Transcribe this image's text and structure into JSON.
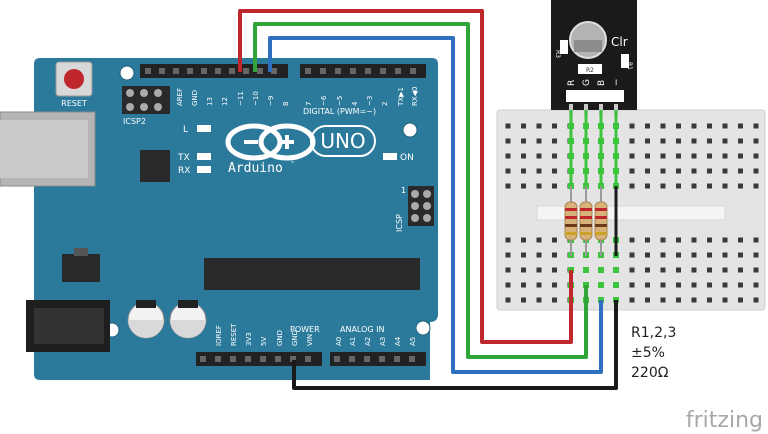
{
  "board": {
    "reset_label": "RESET",
    "icsp2_label": "ICSP2",
    "brand": "Arduino",
    "tm": "™",
    "model": "UNO",
    "digital_header": "DIGITAL (PWM=~)",
    "digital_pins": [
      "AREF",
      "GND",
      "13",
      "12",
      "~11",
      "~10",
      "~9",
      "8",
      "7",
      "~6",
      "~5",
      "4",
      "~3",
      "2",
      "TX▶1",
      "RX◀0"
    ],
    "power_header": "POWER",
    "analog_header": "ANALOG IN",
    "power_pins": [
      "IOREF",
      "RESET",
      "3V3",
      "5V",
      "GND",
      "GND",
      "VIN"
    ],
    "analog_pins": [
      "A0",
      "A1",
      "A2",
      "A3",
      "A4",
      "A5"
    ],
    "led_l": "L",
    "led_tx": "TX",
    "led_rx": "RX",
    "led_on": "ON",
    "icsp_label": "ICSP",
    "icsp_pin1": "1"
  },
  "module": {
    "label_clr": "Clr",
    "label_r3": "R3",
    "label_r1": "R1",
    "label_r2": "R2",
    "pins": [
      "R",
      "G",
      "B",
      "−"
    ]
  },
  "resistor_note": {
    "line1": "R1,2,3",
    "line2": "±5%",
    "line3": "220Ω"
  },
  "wires": {
    "red": "#c0272d",
    "green": "#2fa53a",
    "blue": "#2f6fc0",
    "black": "#1a1a1a"
  },
  "colors": {
    "board": "#2b7a9b",
    "board_dark": "#1f5f79",
    "breadboard": "#e9e9e9"
  },
  "watermark": "fritzing"
}
